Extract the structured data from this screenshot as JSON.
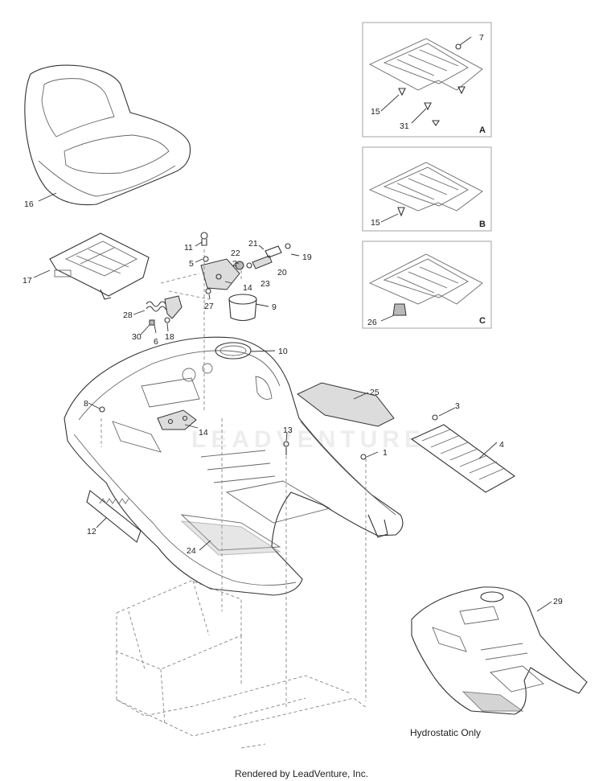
{
  "callouts": [
    {
      "id": "c1",
      "text": "1"
    },
    {
      "id": "c2",
      "text": "2"
    },
    {
      "id": "c3",
      "text": "3"
    },
    {
      "id": "c4",
      "text": "4"
    },
    {
      "id": "c5",
      "text": "5"
    },
    {
      "id": "c6",
      "text": "6"
    },
    {
      "id": "c7",
      "text": "7"
    },
    {
      "id": "c8",
      "text": "8"
    },
    {
      "id": "c9",
      "text": "9"
    },
    {
      "id": "c10",
      "text": "10"
    },
    {
      "id": "c11",
      "text": "11"
    },
    {
      "id": "c12",
      "text": "12"
    },
    {
      "id": "c13",
      "text": "13"
    },
    {
      "id": "c14a",
      "text": "14"
    },
    {
      "id": "c14b",
      "text": "14"
    },
    {
      "id": "c15a",
      "text": "15"
    },
    {
      "id": "c15b",
      "text": "15"
    },
    {
      "id": "c16",
      "text": "16"
    },
    {
      "id": "c17",
      "text": "17"
    },
    {
      "id": "c18",
      "text": "18"
    },
    {
      "id": "c19",
      "text": "19"
    },
    {
      "id": "c20",
      "text": "20"
    },
    {
      "id": "c21",
      "text": "21"
    },
    {
      "id": "c22",
      "text": "22"
    },
    {
      "id": "c23",
      "text": "23"
    },
    {
      "id": "c24",
      "text": "24"
    },
    {
      "id": "c25",
      "text": "25"
    },
    {
      "id": "c26",
      "text": "26"
    },
    {
      "id": "c27",
      "text": "27"
    },
    {
      "id": "c28",
      "text": "28"
    },
    {
      "id": "c29",
      "text": "29"
    },
    {
      "id": "c30",
      "text": "30"
    },
    {
      "id": "c31",
      "text": "31"
    }
  ],
  "panels": {
    "a": "A",
    "b": "B",
    "c": "C"
  },
  "captions": {
    "hydrostatic": "Hydrostatic Only",
    "footer": "Rendered by LeadVenture, Inc."
  }
}
